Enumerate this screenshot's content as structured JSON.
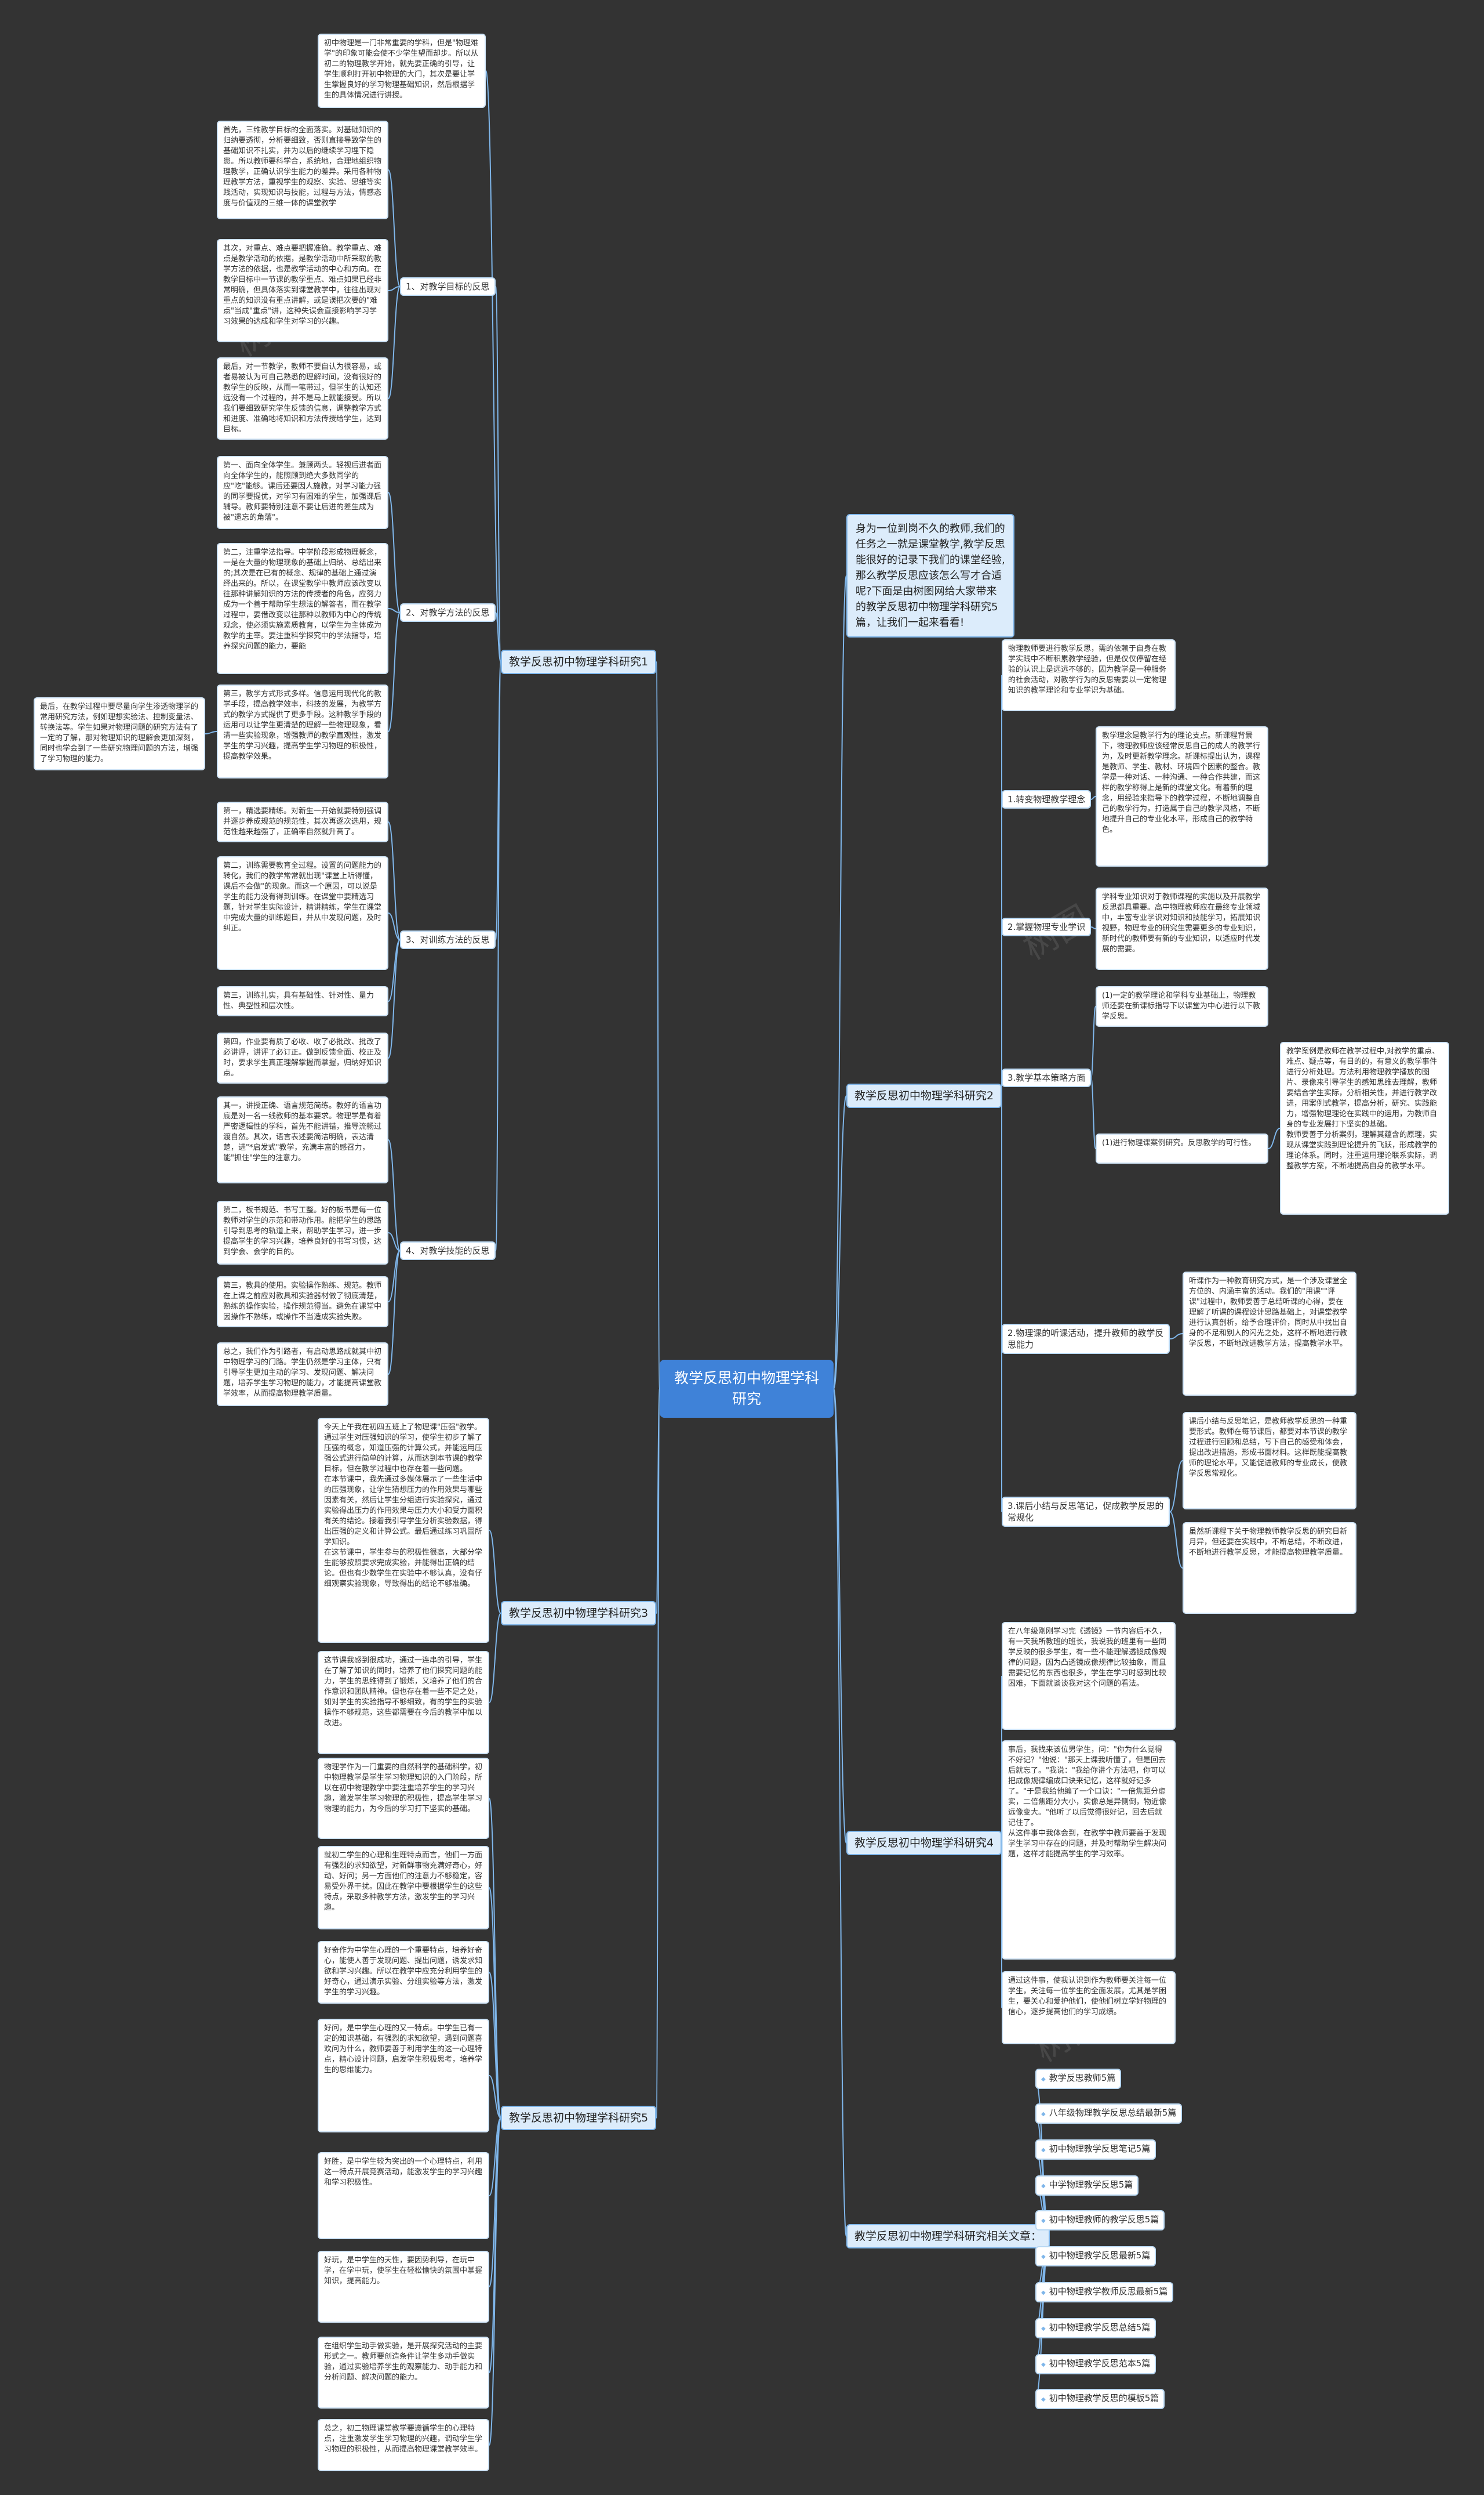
{
  "root": "教学反思初中物理学科研究",
  "branches": {
    "r1": "教学反思初中物理学科研究1",
    "r2": "教学反思初中物理学科研究2",
    "r3": "教学反思初中物理学科研究3",
    "r4": "教学反思初中物理学科研究4",
    "r5": "教学反思初中物理学科研究5",
    "rel": "教学反思初中物理学科研究相关文章："
  },
  "intro": "身为一位到岗不久的教师,我们的任务之一就是课堂教学,教学反思能很好的记录下我们的课堂经验,那么教学反思应该怎么写才合适呢?下面是由树图网给大家带来的教学反思初中物理学科研究5篇，让我们一起来看看!",
  "r1": {
    "lead": "初中物理是一门非常重要的学科，但是\"物理难学\"的印象可能会使不少学生望而却步。所以从初二的物理教学开始，就先要正确的引导，让学生顺利打开初中物理的大门，其次是要让学生掌握良好的学习物理基础知识，然后根据学生的具体情况进行讲授。",
    "g1": "1、对教学目标的反思",
    "g1_items": [
      "首先，三维教学目标的全面落实。对基础知识的归纳要透彻，分析要细致，否则直接导致学生的基础知识不扎实，并为以后的继续学习埋下隐患。所以教师要科学合，系统地，合理地组织物理教学，正确认识学生能力的差异。采用各种物理教学方法，重视学生的观察、实验、思维等实践活动，实现知识与技能，过程与方法，情感态度与价值观的三维一体的课堂教学",
      "其次，对重点、难点要把握准确。教学重点、难点是教学活动的依据，是教学活动中所采取的教学方法的依据，也是教学活动的中心和方向。在教学目标中一节课的教学重点、难点如果已经非常明确，但具体落实到课堂教学中，往往出现对重点的知识没有重点讲解，或是误把次要的\"难点\"当成\"重点\"讲，这种失误会直接影响学习学习效果的达成和学生对学习的兴趣。",
      "最后，对一节教学，教师不要自认为很容易，或者易被认为可自己熟悉的理解时间，没有很好的教学生的反映，从而一笔带过，但学生的认知还远没有一个过程的，并不是马上就能接受。所以我们要细致研究学生反馈的信息，调整教学方式和进度、准确地将知识和方法传授给学生，达到目标。"
    ],
    "g2": "2、对教学方法的反思",
    "g2_items": [
      "第一、面向全体学生。兼顾两头。轻视后进者面向全体学生的，能照顾到绝大多数同学的应\"吃\"能够。课后还要因人施教，对学习能力强的同学要提优，对学习有困难的学生，加强课后辅导。教师要特别注意不要让后进的差生成为被\"遗忘的角落\"。",
      "第二，注重学法指导。中学阶段形成物理概念，一是在大量的物理现象的基础上归纳、总结出来的;其次是在已有的概念、规律的基础上通过演绎出来的。所以，在课堂教学中教师应该改变以往那种讲解知识的方法的传授者的角色，应努力成为一个善于帮助学生想法的解答者，而在教学过程中，要借改变以往那种以教师为中心的传统观念，使必须实施素质教育，以学生为主体成为教学的主宰。要注重科学探究中的学法指导，培养探究问题的能力，要能",
      "第三，教学方式形式多样。信息运用现代化的教学手段，提高教学效率，科技的发展，为教学方式的教学方式提供了更多手段。这种教学手段的运用可以让学生更清楚的理解一些物理现象，看清一些实验现象，增强教师的教学直观性，激发学生的学习兴趣，提高学生学习物理的积极性，提高教学效果。"
    ],
    "g2_side": "最后，在教学过程中要尽量向学生渗透物理学的常用研究方法，例如理想实验法、控制变量法、转换法等。学生如果对物理问题的研究方法有了一定的了解，那对物理知识的理解会更加深刻，同时也学会到了一些研究物理问题的方法，增强了学习物理的能力。",
    "g3": "3、对训练方法的反思",
    "g3_items": [
      "第一，精选要精练。对新生一开始就要特别强调并逐步养成规范的规范性，其次再逐次选用，规范性越来越强了，正确率自然就升高了。",
      "第二，训练需要教育全过程。设置的问题能力的转化，我们的教学常常就出现\"课堂上听得懂，课后不会做\"的现象。而这一个原因，可以说是学生的能力没有得到训练。在课堂中要精选习题，针对学生实际设计，精讲精练，学生在课堂中完成大量的训练题目，并从中发现问题，及时纠正。",
      "第三，训练扎实，具有基础性、针对性、量力性、典型性和层次性。",
      "第四，作业要有质了必收、收了必批改、批改了必讲评，讲评了必订正。做到反馈全面、校正及时，要求学生真正理解掌握而掌握，归纳好知识点。"
    ],
    "g4": "4、对教学技能的反思",
    "g4_items": [
      "其一，讲授正确、语言规范简练。教好的语言功底是对一名一线教师的基本要求。物理学是有着严密逻辑性的学科，首先不能讲错，推导流畅过渡自然。其次，语言表述要简洁明确，表达清楚，进\"*启发式\"教学，充满丰富的感召力，能\"抓住\"学生的注意力。",
      "第二，板书规范、书写工整。好的板书是每一位教师对学生的示范和带动作用。能把学生的思路引导到思考的轨道上来，帮助学生学习，进一步提高学生的学习兴趣，培养良好的书写习惯，达到学会、会学的目的。",
      "第三，教具的使用。实验操作熟练、规范。教师在上课之前应对教具和实验器材做了彻底清楚，熟练的操作实验，操作规范得当。避免在课堂中因操作不熟练，或操作不当造成实验失败。",
      "总之，我们作为引路者，有启动思路成就其中初中物理学习的门路。学生仍然是学习主体，只有引导学生更加主动的学习、发现问题、解决问题，培养学生学习物理的能力，才能提高课堂教学效率，从而提高物理教学质量。"
    ]
  },
  "r2": {
    "lead": "物理教师要进行教学反思，需的依赖于自身在教学实践中不断积累教学经验，但是仅仅停留在经验的认识上是远远不够的，因为教学是一种服务的社会活动，对教学行为的反思需要以一定物理知识的教学理论和专业学识为基础。",
    "g1": "1.转变物理教学理念",
    "g1_items": [
      "教学理念是教学行为的理论支点。新课程背景下，物理教师应该经常反思自己的成人的教学行为，及时更新教学理念。新课标提出认为，课程是教师、学生、教材、环境四个因素的整合。教学是一种对话、一种沟通、一种合作共建，而这样的教学称得上是新的课堂文化。有着新的理念，用经验来指导下的教学过程，不断地调整自己的教学行为，打造属于自己的教学风格，不断地提升自己的专业化水平，形成自己的教学特色。"
    ],
    "g2": "2.掌握物理专业学识",
    "g2_items": [
      "学科专业知识对于教师课程的实施以及开展教学反思都具重要。高中物理教师应在最终专业领域中，丰富专业学识对知识和技能学习，拓展知识视野，物理专业的研究生需要更多的专业知识，新时代的教师要有新的专业知识，以适应时代发展的需要。"
    ],
    "g3": "3.教学基本策略方面",
    "g3_items": [
      "(1)一定的教学理论和学科专业基础上，物理教师还要在新课标指导下以课堂为中心进行以下教学反思。",
      "(1)进行物理课案例研究。反思教学的可行性。"
    ],
    "g3_side": "教学案例是教师在教学过程中,对教学的重点、难点、疑点等，有目的的，有意义的教学事件进行分析处理。方法利用物理教学播放的图片、录像来引导学生的感知思维去理解，教师要结合学生实际，分析相关性，并进行教学改进，用案例式教学，提高分析，研究、实践能力，增强物理理论在实践中的运用，为教师自身的专业发展打下坚实的基础。\n教师要善于分析案例，理解其蕴含的原理，实现从课堂实践到理论提升的飞跃，形成教学的理论体系。同时，注重运用理论联系实际，调整教学方案，不断地提高自身的教学水平。",
    "g4": "2.物理课的听课活动，提升教师的教学反思能力",
    "g4_items": [
      "听课作为一种教育研究方式，是一个涉及课堂全方位的、内涵丰富的活动。我们的\"用课\"\"评课\"过程中，教师要善于总结听课的心得，要在理解了听课的课程设计思路基础上，对课堂教学进行认真剖析，给予合理评价，同时从中找出自身的不足和别人的闪光之处，这样不断地进行教学反思，不断地改进教学方法，提高教学水平。"
    ],
    "g5": "3.课后小结与反思笔记，促成教学反思的常规化",
    "g5_items": [
      "课后小结与反思笔记，是教师教学反思的一种重要形式。教师在每节课后，都要对本节课的教学过程进行回顾和总结，写下自己的感受和体会，提出改进措施，形成书面材料。这样既能提高教师的理论水平，又能促进教师的专业成长，使教学反思常规化。",
      "虽然新课程下关于物理教师教学反思的研究日新月异，但还要在实践中，不断总结，不断改进，不断地进行教学反思，才能提高物理教学质量。"
    ]
  },
  "r3": {
    "items": [
      "今天上午我在初四五班上了物理课\"压强\"教学。通过学生对压强知识的学习，使学生初步了解了压强的概念，知道压强的计算公式，并能运用压强公式进行简单的计算，从而达到本节课的教学目标，但在教学过程中也存在着一些问题。\n在本节课中，我先通过多媒体展示了一些生活中的压强现象，让学生猜想压力的作用效果与哪些因素有关，然后让学生分组进行实验探究，通过实验得出压力的作用效果与压力大小和受力面积有关的结论。接着我引导学生分析实验数据，得出压强的定义和计算公式。最后通过练习巩固所学知识。\n在这节课中，学生参与的积极性很高，大部分学生能够按照要求完成实验，并能得出正确的结论。但也有少数学生在实验中不够认真，没有仔细观察实验现象，导致得出的结论不够准确。",
      "这节课我感到很成功，通过一连串的引导，学生在了解了知识的同时，培养了他们探究问题的能力，学生的思维得到了锻炼，又培养了他们的合作意识和团队精神。但也存在着一些不足之处，如对学生的实验指导不够细致，有的学生的实验操作不够规范，这些都需要在今后的教学中加以改进。"
    ]
  },
  "r4": {
    "items": [
      "在八年级刚刚学习完《透镜》一节内容后不久，有一天我所教班的班长，我说我的班里有一些同学反映的很多学生，有一些不能理解透镜成像规律的问题，因为凸透镜成像规律比较抽象，而且需要记忆的东西也很多，学生在学习时感到比较困难，下面就谈谈我对这个问题的看法。",
      "事后，我找来该位男学生，问：\"你为什么觉得不好记？\"他说：\"那天上课我听懂了，但是回去后就忘了。\"我说：\"我给你讲个方法吧，你可以把成像规律编成口诀来记忆，这样就好记多了。\"于是我给他编了一个口诀：\"一倍焦距分虚实，二倍焦距分大小，实像总是异侧倒，物近像远像变大。\"他听了以后觉得很好记，回去后就记住了。\n从这件事中我体会到，在教学中教师要善于发现学生学习中存在的问题，并及时帮助学生解决问题，这样才能提高学生的学习效率。",
      "通过这件事，使我认识到作为教师要关注每一位学生，关注每一位学生的全面发展，尤其是学困生，要关心和爱护他们，使他们树立学好物理的信心，逐步提高他们的学习成绩。"
    ]
  },
  "r5": {
    "items": [
      "物理学作为一门重要的自然科学的基础科学，初中物理教学是学生学习物理知识的入门阶段，所以在初中物理教学中要注重培养学生的学习兴趣，激发学生学习物理的积极性，提高学生学习物理的能力，为今后的学习打下坚实的基础。",
      "就初二学生的心理和生理特点而言，他们一方面有强烈的求知欲望，对新鲜事物充满好奇心，好动、好问；另一方面他们的注意力不够稳定，容易受外界干扰。因此在教学中要根据学生的这些特点，采取多种教学方法，激发学生的学习兴趣。",
      "好奇作为中学生心理的一个重要特点，培养好奇心，能使人善于发现问题、提出问题，诱发求知欲和学习兴趣。所以在教学中应充分利用学生的好奇心，通过演示实验、分组实验等方法，激发学生的学习兴趣。",
      "好问，是中学生心理的又一特点。中学生已有一定的知识基础，有强烈的求知欲望，遇到问题喜欢问为什么，教师要善于利用学生的这一心理特点，精心设计问题，启发学生积极思考，培养学生的思维能力。",
      "好胜，是中学生较为突出的一个心理特点，利用这一特点开展竞赛活动，能激发学生的学习兴趣和学习积极性。",
      "好玩，是中学生的天性，要因势利导，在玩中学，在学中玩，使学生在轻松愉快的氛围中掌握知识，提高能力。",
      "在组织学生动手做实验，是开展探究活动的主要形式之一。教师要创造条件让学生多动手做实验，通过实验培养学生的观察能力、动手能力和分析问题、解决问题的能力。",
      "总之，初二物理课堂教学要遵循学生的心理特点，注重激发学生学习物理的兴趣，调动学生学习物理的积极性，从而提高物理课堂教学效率。"
    ]
  },
  "related": [
    "教学反思教师5篇",
    "八年级物理教学反思总结最新5篇",
    "初中物理教学反思笔记5篇",
    "中学物理教学反思5篇",
    "初中物理教师的教学反思5篇",
    "初中物理教学反思最新5篇",
    "初中物理教学教师反思最新5篇",
    "初中物理教学反思总结5篇",
    "初中物理教学反思范本5篇",
    "初中物理教学反思的模板5篇"
  ],
  "watermark": "树图",
  "colors": {
    "background": "#333333",
    "root": "#3f82d8",
    "branch_fill": "#dcecfb",
    "line": "#7fb6ea"
  }
}
